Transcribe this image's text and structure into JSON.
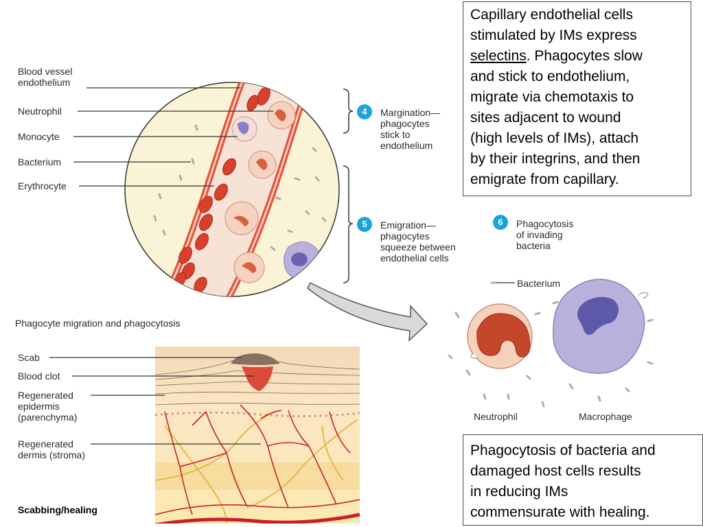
{
  "callout_top": {
    "line1": "Capillary endothelial cells",
    "line2": "stimulated by IMs express",
    "line3_underlined": "selectins",
    "line3_rest": ".  Phagocytes slow",
    "line4": "and stick to endothelium,",
    "line5": "migrate via chemotaxis to",
    "line6": "sites adjacent to wound",
    "line7": "(high levels of IMs), attach",
    "line8": "by their integrins, and then",
    "line9": "emigrate from capillary."
  },
  "callout_bottom": {
    "line1": "Phagocytosis of bacteria and",
    "line2": "damaged host cells results",
    "line3": "in reducing IMs",
    "line4": "commensurate with healing."
  },
  "circle_labels": {
    "endothelium_1": "Blood vessel",
    "endothelium_2": "endothelium",
    "neutrophil": "Neutrophil",
    "monocyte": "Monocyte",
    "bacterium": "Bacterium",
    "erythrocyte": "Erythrocyte"
  },
  "steps": {
    "step4": {
      "number": "4",
      "line1": "Margination—",
      "line2": "phagocytes",
      "line3": "stick to",
      "line4": "endothelium"
    },
    "step5": {
      "number": "5",
      "line1": "Emigration—",
      "line2": "phagocytes",
      "line3": "squeeze between",
      "line4": "endothelial cells"
    },
    "step6": {
      "number": "6",
      "line1": "Phagocytosis",
      "line2": "of invading",
      "line3": "bacteria"
    }
  },
  "phago_labels": {
    "bacterium": "Bacterium",
    "neutrophil": "Neutrophil",
    "macrophage": "Macrophage"
  },
  "captions": {
    "migration": "Phagocyte migration and phagocytosis",
    "healing": "Scabbing/healing"
  },
  "wound_labels": {
    "scab": "Scab",
    "clot": "Blood clot",
    "epidermis_1": "Regenerated",
    "epidermis_2": "epidermis",
    "epidermis_3": "(parenchyma)",
    "dermis_1": "Regenerated",
    "dermis_2": "dermis (stroma)"
  },
  "colors": {
    "step_badge": "#1aa3dd",
    "erythrocyte": "#d8402c",
    "circle_fill": "#fbf3d6",
    "macrophage": "#b9b1dc"
  }
}
